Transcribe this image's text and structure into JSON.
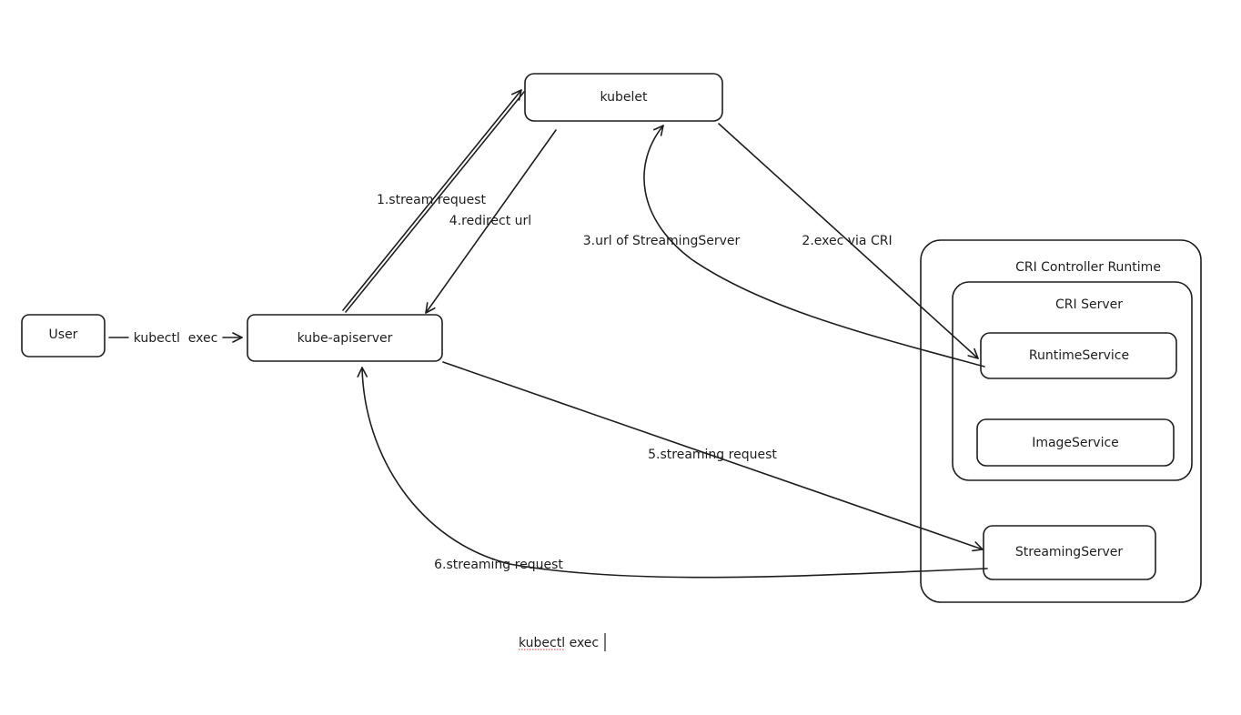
{
  "nodes": {
    "user": "User",
    "apiserver": "kube-apiserver",
    "kubelet": "kubelet",
    "cri_runtime": "CRI Controller Runtime",
    "cri_server": "CRI Server",
    "runtime_service": "RuntimeService",
    "image_service": "ImageService",
    "streaming_server": "StreamingServer"
  },
  "edges": {
    "kubectl_exec": "kubectl  exec",
    "step1": "1.stream request",
    "step2": "2.exec via CRI",
    "step3": "3.url of StreamingServer",
    "step4": "4.redirect url",
    "step5": "5.streaming request",
    "step6": "6.streaming request"
  },
  "editing_text": "kubectl exec"
}
